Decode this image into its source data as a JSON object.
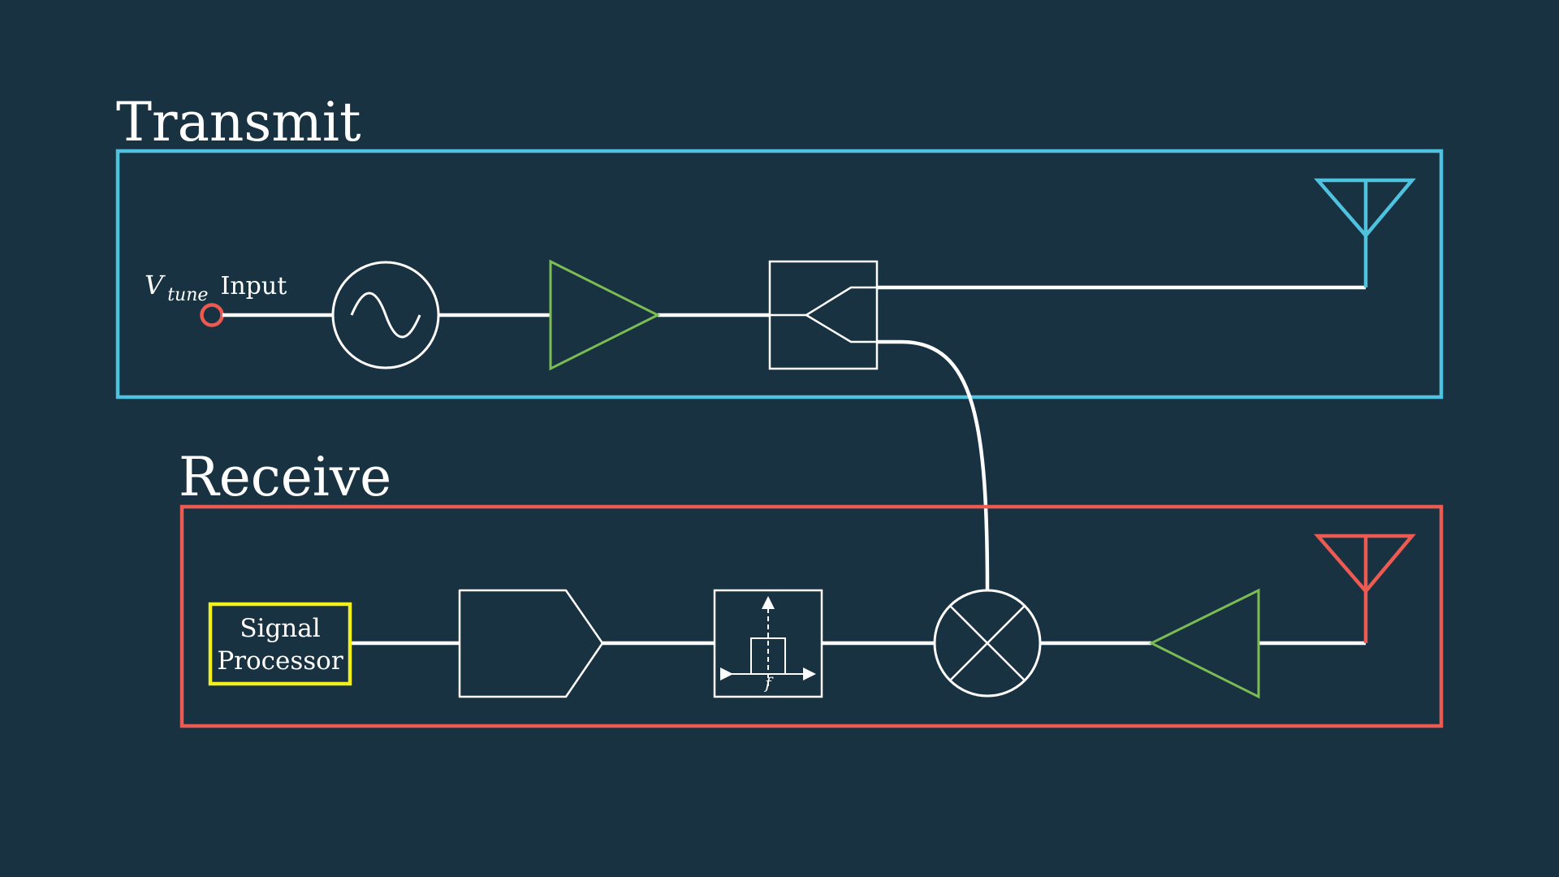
{
  "colors": {
    "background": "#183241",
    "transmit": "#4ec2de",
    "receive": "#ec5a52",
    "amplifier": "#7cbd53",
    "signal_processor": "#f2f01a",
    "wire": "#ffffff"
  },
  "transmit": {
    "title": "Transmit",
    "vtune": {
      "symbol": "V",
      "subscript": "tune",
      "suffix": "Input"
    },
    "components": {
      "input_port": "input-port-icon",
      "oscillator": "oscillator-icon",
      "amplifier": "amplifier-icon",
      "coupler": "coupler-icon",
      "antenna": "antenna-icon"
    }
  },
  "receive": {
    "title": "Receive",
    "signal_processor": {
      "line1": "Signal",
      "line2": "Processor"
    },
    "filter": {
      "axis_label": "f"
    },
    "components": {
      "adc": "adc-icon",
      "filter": "bandpass-filter-icon",
      "mixer": "mixer-icon",
      "amplifier": "lna-icon",
      "antenna": "antenna-icon"
    }
  }
}
